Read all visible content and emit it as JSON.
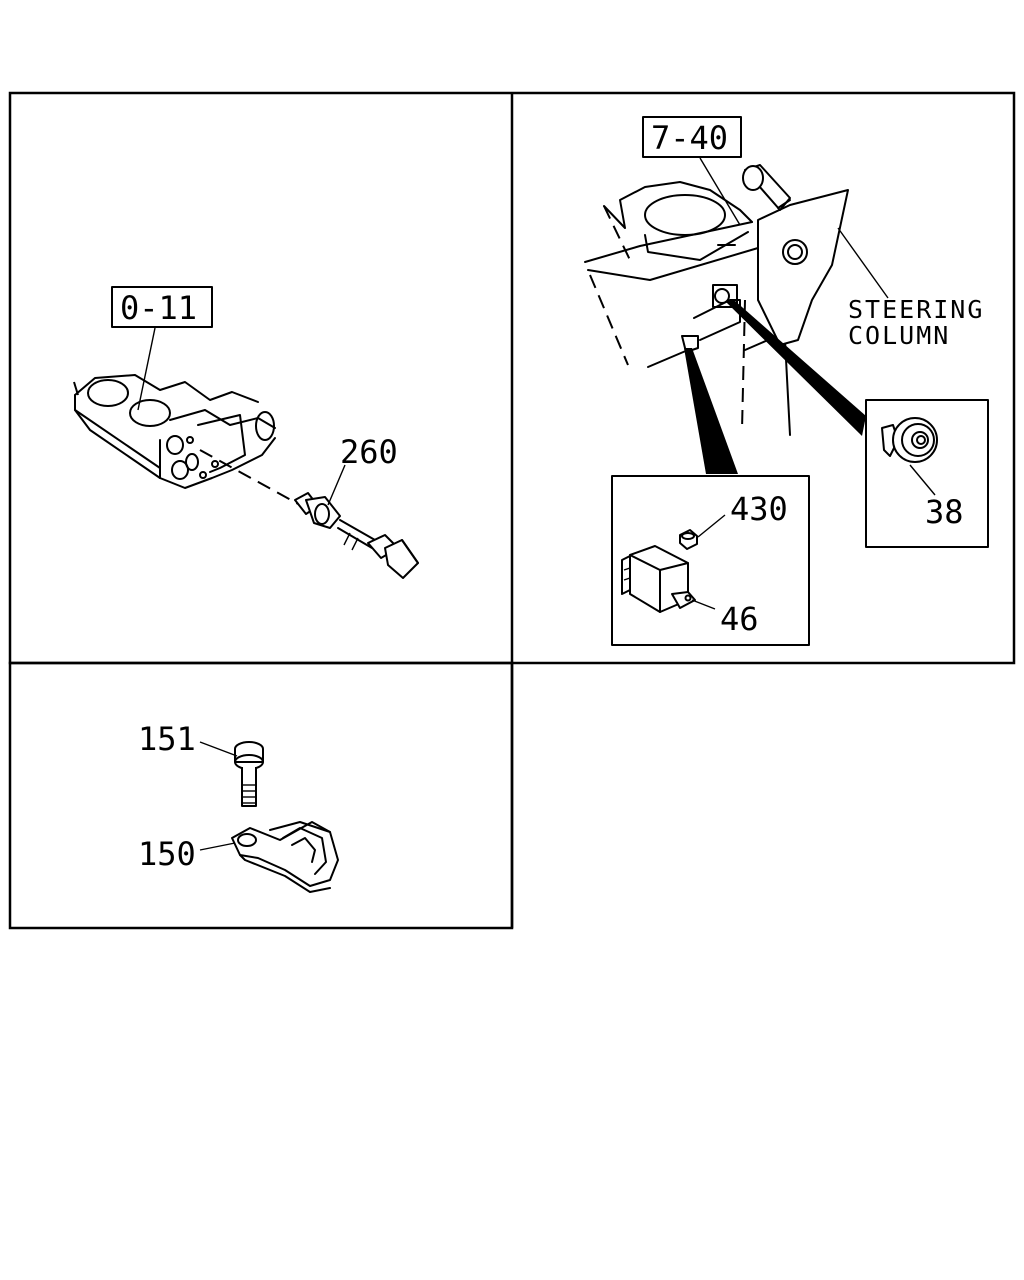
{
  "refs": {
    "engine_block": "0-11",
    "steering_area": "7-40"
  },
  "callouts": {
    "p260": "260",
    "p430": "430",
    "p46": "46",
    "p38": "38",
    "p151": "151",
    "p150": "150"
  },
  "steering_column": {
    "line1": "STEERING",
    "line2": "COLUMN"
  }
}
